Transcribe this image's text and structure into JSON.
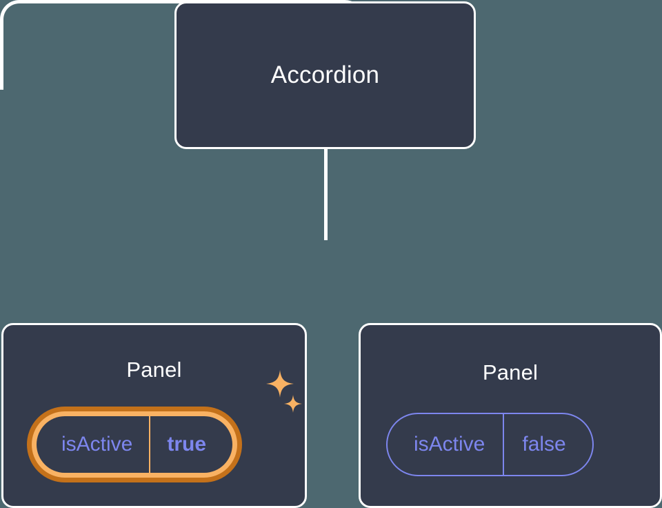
{
  "diagram": {
    "type": "component-tree",
    "background_color": "#4d6870",
    "node_fill_color": "#343b4c",
    "node_border_color": "#ffffff",
    "connector_color": "#ffffff",
    "accent_prop_color": "#7d86ee",
    "highlight_ring_outer_color": "#c4711a",
    "highlight_ring_inner_color": "#f9b263",
    "sparkle_color": "#f9b263"
  },
  "root": {
    "label": "Accordion"
  },
  "children": [
    {
      "label": "Panel",
      "highlighted": true,
      "prop": {
        "key": "isActive",
        "value": "true"
      },
      "sparkles": [
        {
          "name": "sparkle-large"
        },
        {
          "name": "sparkle-small"
        }
      ]
    },
    {
      "label": "Panel",
      "highlighted": false,
      "prop": {
        "key": "isActive",
        "value": "false"
      }
    }
  ]
}
